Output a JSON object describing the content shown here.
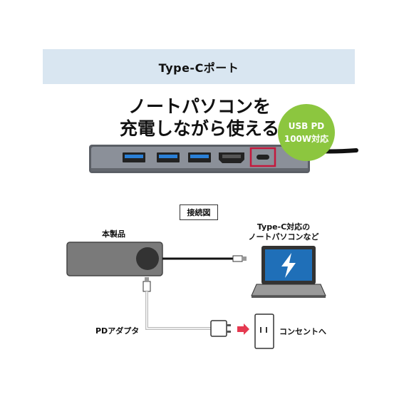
{
  "banner": {
    "title": "Type-Cポート"
  },
  "headline": {
    "line1": "ノートパソコンを",
    "line2": "充電しながら使える"
  },
  "badge": {
    "line1": "USB PD",
    "line2": "100W対応"
  },
  "diagram": {
    "connection_label": "接続図",
    "product_label": "本製品",
    "pc_label_line1": "Type-C対応の",
    "pc_label_line2": "ノートパソコンなど",
    "adapter_label": "PDアダプタ",
    "outlet_label": "コンセントへ"
  },
  "colors": {
    "banner_bg": "#d9e6f1",
    "badge": "#8cc63f",
    "port_highlight": "#c4183c",
    "usb_blue": "#2a7fd6",
    "arrow": "#e53950",
    "laptop_screen": "#1f6fb8"
  }
}
